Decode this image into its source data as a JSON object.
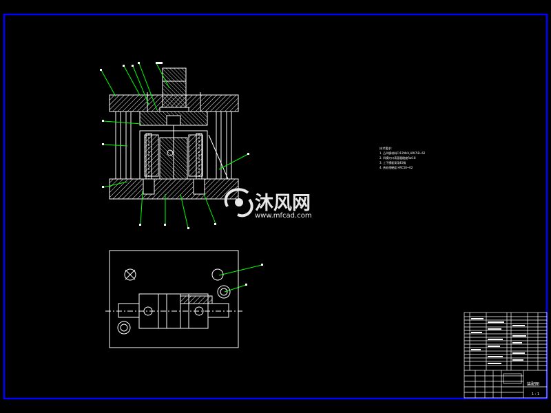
{
  "drawing": {
    "notes": {
      "title": "技术要求:",
      "lines": [
        "1. 凸凹模材料Cr12MoV,HRC58~62",
        "2. 凹模刃口表面粗糙度Ra0.8",
        "3. 上下模板采用45钢",
        "4. 热处理硬度 HRC58~62"
      ]
    }
  },
  "watermark": {
    "brand": "沐风网",
    "url": "www.mfcad.com"
  },
  "title_block": {
    "drawing_name": "装配图",
    "scale": "1 : 1"
  },
  "colors": {
    "background": "#000000",
    "frame": "#0000ff",
    "lines": "#ffffff",
    "leaders": "#00ff00",
    "watermark": "#e8e8e8"
  }
}
